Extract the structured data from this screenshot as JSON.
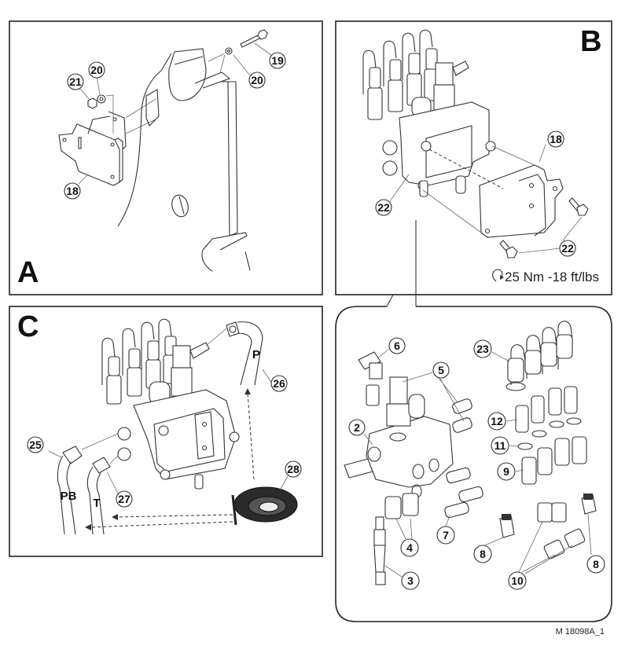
{
  "figure": {
    "reference_code": "M 18098A_1",
    "torque_spec": "25 Nm -18 ft/lbs",
    "torque_icon": "rotation-arrow-icon"
  },
  "panels": {
    "A": {
      "letter": "A",
      "callouts": [
        {
          "id": "20",
          "label": "20"
        },
        {
          "id": "21",
          "label": "21"
        },
        {
          "id": "18",
          "label": "18"
        },
        {
          "id": "20b",
          "label": "20"
        },
        {
          "id": "19",
          "label": "19"
        }
      ]
    },
    "B": {
      "letter": "B",
      "callouts": [
        {
          "id": "18",
          "label": "18"
        },
        {
          "id": "22a",
          "label": "22"
        },
        {
          "id": "22b",
          "label": "22"
        }
      ]
    },
    "C": {
      "letter": "C",
      "hose_labels": {
        "pressure": "P",
        "power_beyond": "PB",
        "tank": "T"
      },
      "callouts": [
        {
          "id": "25",
          "label": "25"
        },
        {
          "id": "26",
          "label": "26"
        },
        {
          "id": "27",
          "label": "27"
        },
        {
          "id": "28",
          "label": "28"
        }
      ]
    },
    "exploded": {
      "callouts": [
        {
          "id": "6",
          "label": "6"
        },
        {
          "id": "5",
          "label": "5"
        },
        {
          "id": "2",
          "label": "2"
        },
        {
          "id": "23",
          "label": "23"
        },
        {
          "id": "12",
          "label": "12"
        },
        {
          "id": "11",
          "label": "11"
        },
        {
          "id": "9",
          "label": "9"
        },
        {
          "id": "7",
          "label": "7"
        },
        {
          "id": "4",
          "label": "4"
        },
        {
          "id": "8a",
          "label": "8"
        },
        {
          "id": "3",
          "label": "3"
        },
        {
          "id": "10",
          "label": "10"
        },
        {
          "id": "8b",
          "label": "8"
        }
      ]
    }
  }
}
